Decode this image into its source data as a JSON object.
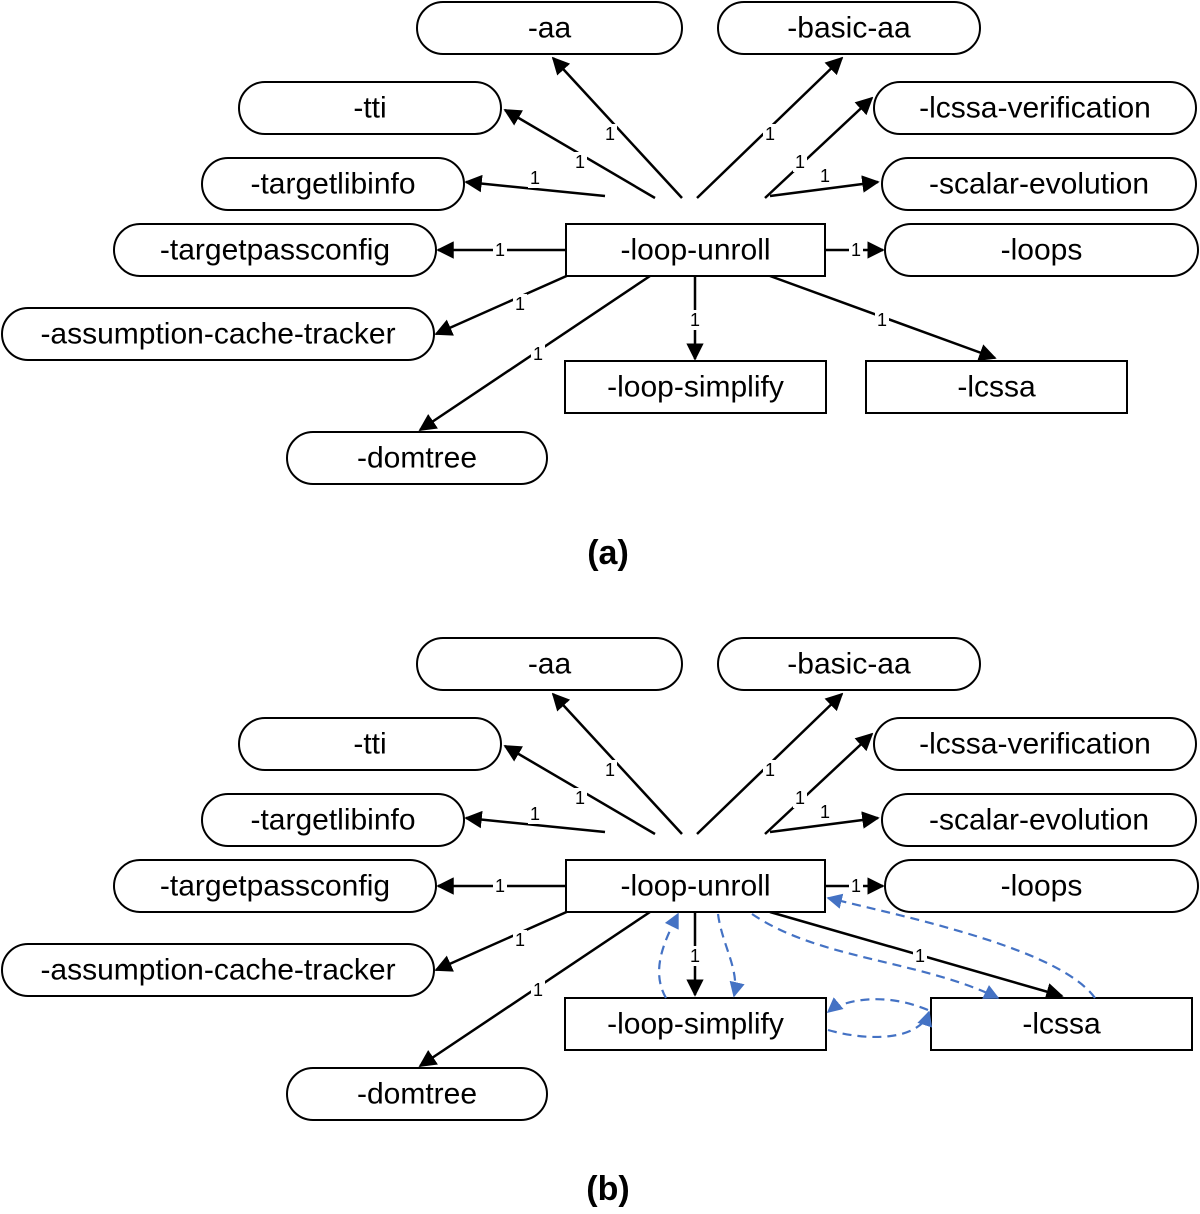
{
  "panels": [
    {
      "caption": "(a)",
      "center": "-loop-unroll",
      "nodes": {
        "aa": "-aa",
        "basicaa": "-basic-aa",
        "tti": "-tti",
        "lcssaver": "-lcssa-verification",
        "targetlibinfo": "-targetlibinfo",
        "scev": "-scalar-evolution",
        "targetpassconfig": "-targetpassconfig",
        "loops": "-loops",
        "act": "-assumption-cache-tracker",
        "loopsimplify": "-loop-simplify",
        "lcssa": "-lcssa",
        "domtree": "-domtree"
      },
      "edge_label": "1"
    },
    {
      "caption": "(b)",
      "center": "-loop-unroll",
      "nodes": {
        "aa": "-aa",
        "basicaa": "-basic-aa",
        "tti": "-tti",
        "lcssaver": "-lcssa-verification",
        "targetlibinfo": "-targetlibinfo",
        "scev": "-scalar-evolution",
        "targetpassconfig": "-targetpassconfig",
        "loops": "-loops",
        "act": "-assumption-cache-tracker",
        "loopsimplify": "-loop-simplify",
        "lcssa": "-lcssa",
        "domtree": "-domtree"
      },
      "edge_label": "1"
    }
  ],
  "colors": {
    "dashed_edge": "#4472C4",
    "solid_edge": "#000000"
  }
}
